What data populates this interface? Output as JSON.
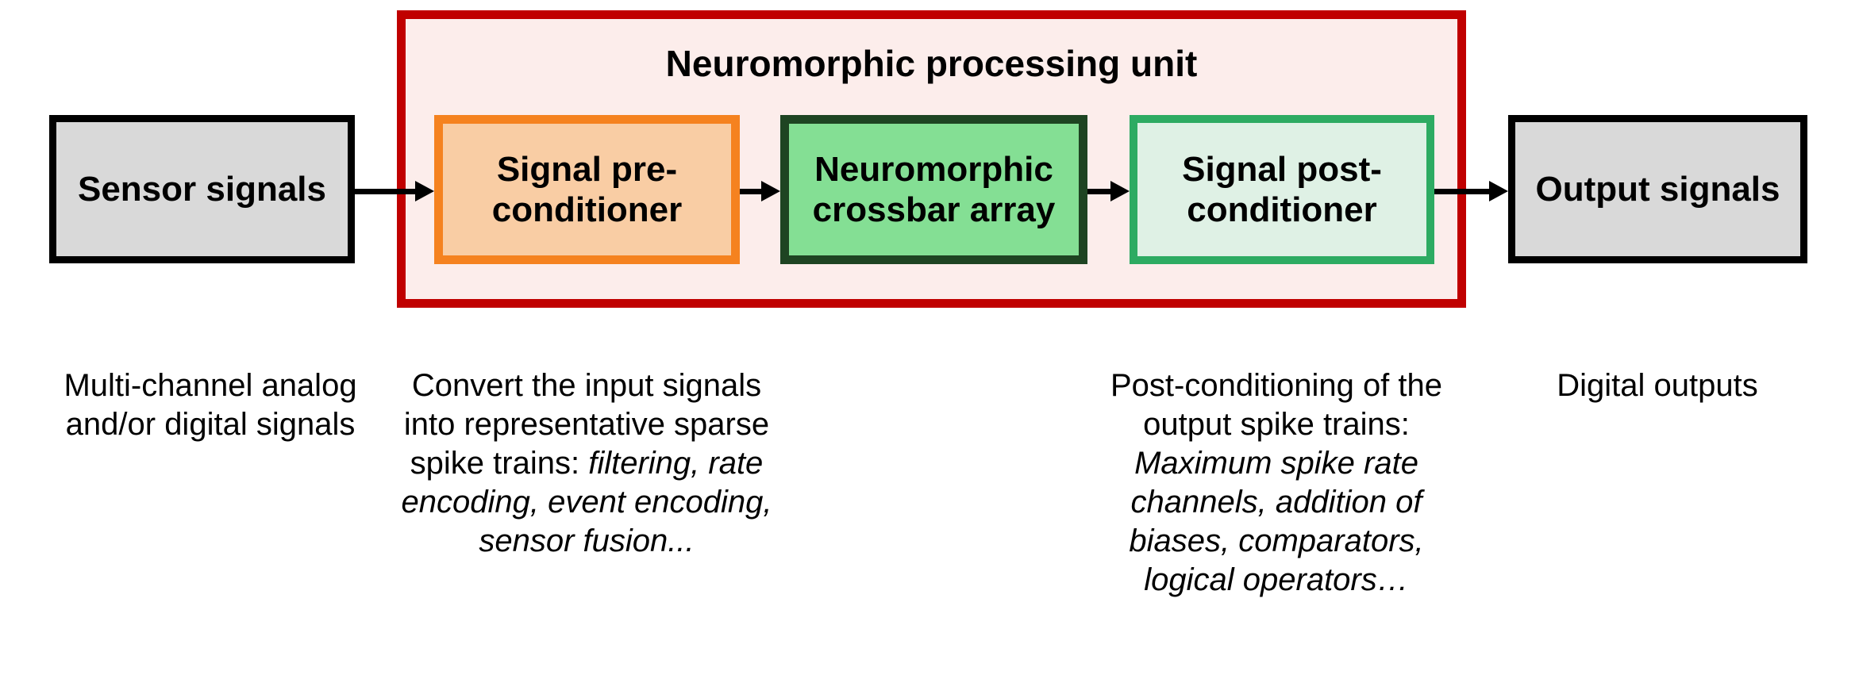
{
  "figure": {
    "title": "Neuromorphic processing unit",
    "nodes": {
      "sensor": "Sensor signals",
      "pre_conditioner": "Signal pre-conditioner",
      "crossbar": "Neuromorphic crossbar array",
      "post_conditioner": "Signal post-conditioner",
      "output": "Output signals"
    },
    "captions": {
      "sensor": "Multi-channel analog and/or digital signals",
      "pre_regular": "Convert the input signals into representative sparse spike trains: ",
      "pre_italic": "filtering, rate encoding, event encoding, sensor fusion...",
      "post_regular": "Post-conditioning of the output spike trains: ",
      "post_italic": "Maximum spike rate channels, addition of biases, comparators, logical operators…",
      "output": "Digital outputs"
    },
    "colors": {
      "npu_border": "#C00000",
      "npu_fill": "#FCEDEB",
      "pre_border": "#F5821F",
      "pre_fill": "#F9CDA4",
      "crossbar_border": "#1E4422",
      "crossbar_fill": "#84DF94",
      "post_border": "#2DAB62",
      "post_fill": "#DFF1E5",
      "io_border": "#000000",
      "io_fill": "#D9D9D9",
      "arrow": "#000000"
    }
  }
}
